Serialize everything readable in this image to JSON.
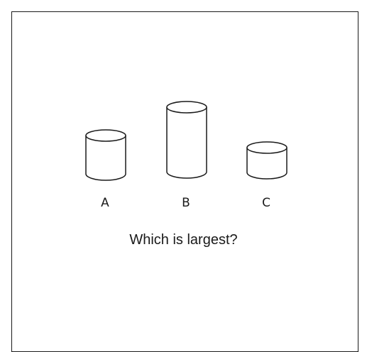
{
  "question": "Which is largest?",
  "options": [
    {
      "label": "A",
      "shape": "cylinder-short-medium"
    },
    {
      "label": "B",
      "shape": "cylinder-tall-narrow"
    },
    {
      "label": "C",
      "shape": "cylinder-short-wide"
    }
  ]
}
